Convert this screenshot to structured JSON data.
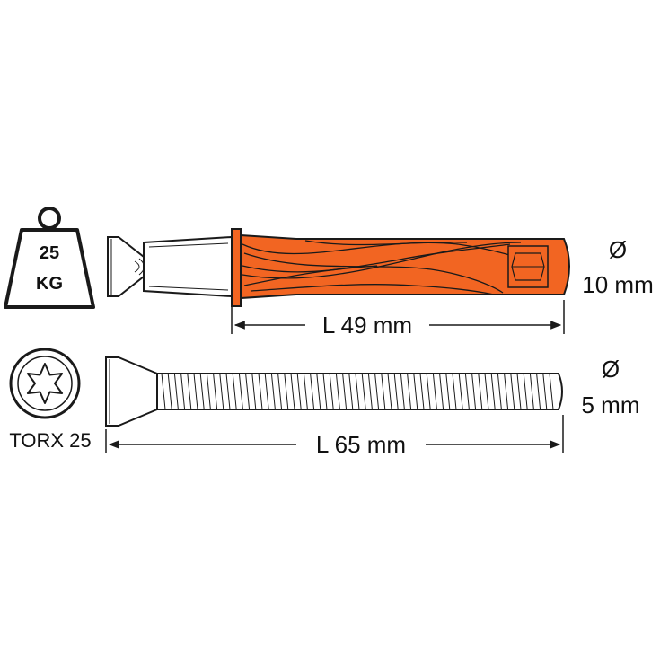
{
  "weight": {
    "top": "25",
    "bottom": "KG"
  },
  "drive": {
    "label": "TORX 25"
  },
  "anchor": {
    "diameter_symbol": "Ø",
    "diameter_value": "10 mm",
    "length_label": "L 49 mm"
  },
  "screw": {
    "diameter_symbol": "Ø",
    "diameter_value": "5 mm",
    "length_label": "L 65 mm"
  },
  "colors": {
    "anchor_orange": "#f26522",
    "outline": "#1a1a1a",
    "background": "#ffffff"
  }
}
